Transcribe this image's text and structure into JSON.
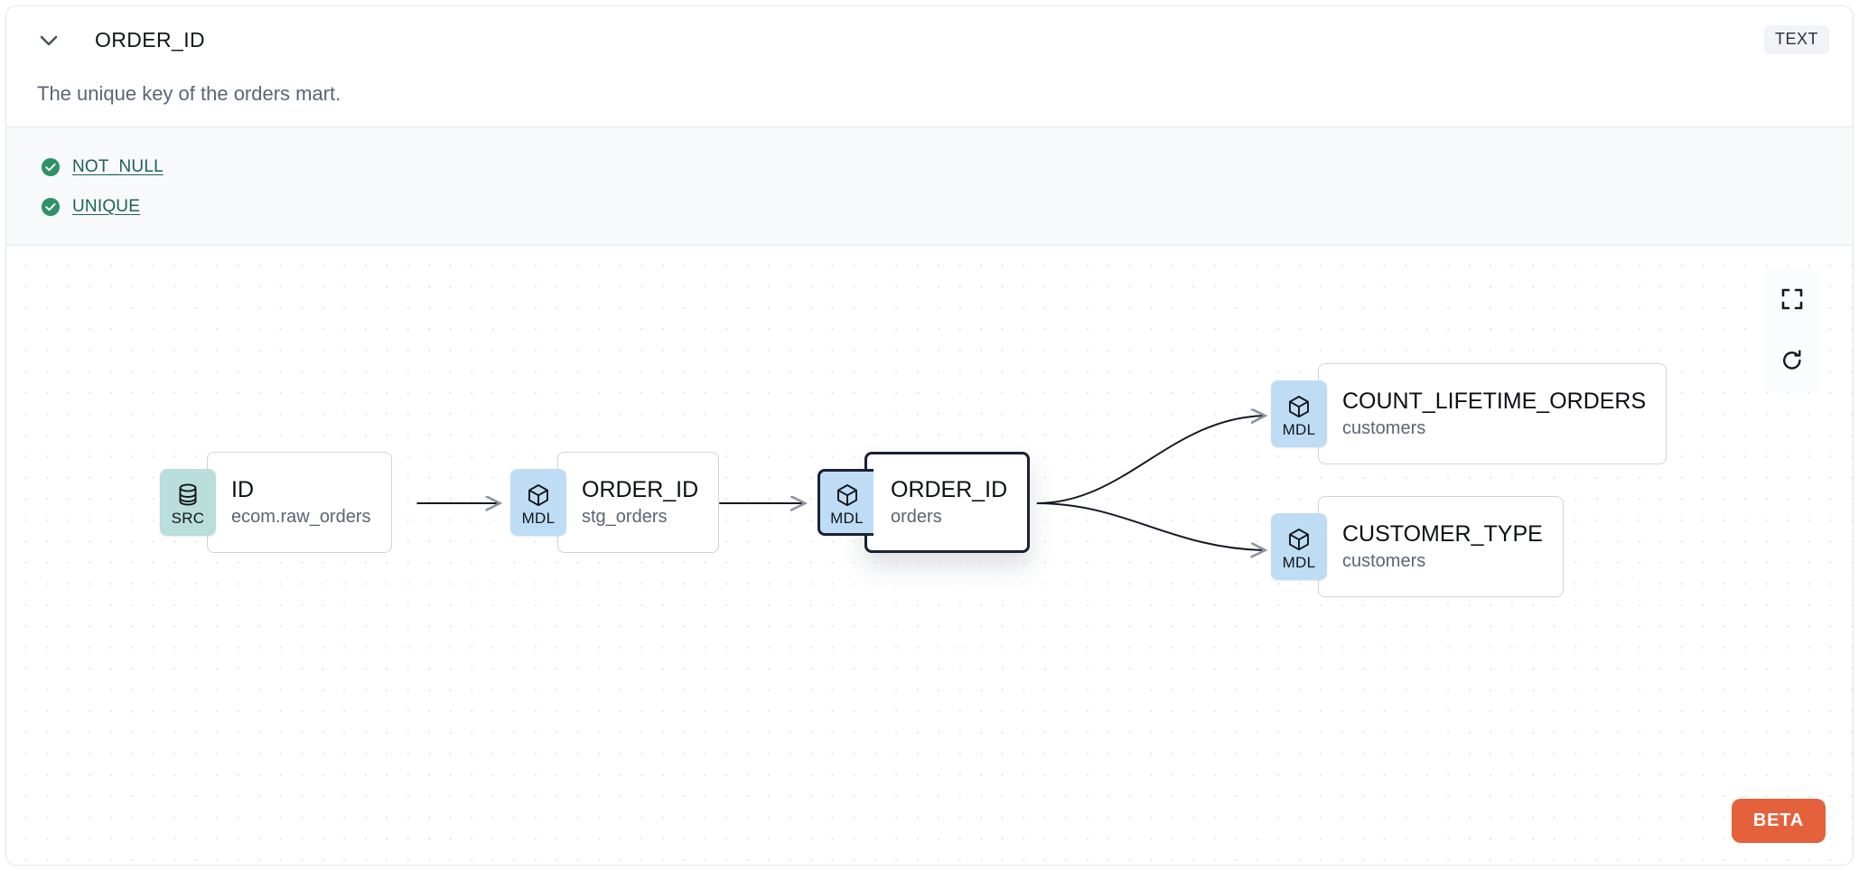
{
  "header": {
    "chevron_icon": "chevron-down-icon",
    "column_name": "ORDER_ID",
    "data_type": "TEXT"
  },
  "description": "The unique key of the orders mart.",
  "tests": [
    {
      "status_icon": "check-circle-icon",
      "label": "NOT_NULL",
      "status": "pass"
    },
    {
      "status_icon": "check-circle-icon",
      "label": "UNIQUE",
      "status": "pass"
    }
  ],
  "lineage": {
    "nodes": [
      {
        "id": "src-id",
        "badge": "SRC",
        "badge_icon": "database-icon",
        "name": "ID",
        "sub": "ecom.raw_orders",
        "selected": false
      },
      {
        "id": "mdl-stg-orders",
        "badge": "MDL",
        "badge_icon": "cube-icon",
        "name": "ORDER_ID",
        "sub": "stg_orders",
        "selected": false
      },
      {
        "id": "mdl-orders",
        "badge": "MDL",
        "badge_icon": "cube-icon",
        "name": "ORDER_ID",
        "sub": "orders",
        "selected": true
      },
      {
        "id": "mdl-count-lifetime-orders",
        "badge": "MDL",
        "badge_icon": "cube-icon",
        "name": "COUNT_LIFETIME_ORDERS",
        "sub": "customers",
        "selected": false
      },
      {
        "id": "mdl-customer-type",
        "badge": "MDL",
        "badge_icon": "cube-icon",
        "name": "CUSTOMER_TYPE",
        "sub": "customers",
        "selected": false
      }
    ],
    "edges": [
      {
        "from": "src-id",
        "to": "mdl-stg-orders"
      },
      {
        "from": "mdl-stg-orders",
        "to": "mdl-orders"
      },
      {
        "from": "mdl-orders",
        "to": "mdl-count-lifetime-orders"
      },
      {
        "from": "mdl-orders",
        "to": "mdl-customer-type"
      }
    ]
  },
  "controls": {
    "fullscreen_icon": "fullscreen-icon",
    "refresh_icon": "refresh-icon"
  },
  "beta_label": "BETA",
  "colors": {
    "src_badge": "#b9dedb",
    "mdl_badge": "#bfdcf5",
    "test_pass": "#2e9168",
    "test_link": "#1d6256",
    "beta": "#e4613b",
    "selected_border": "#1b2133"
  }
}
